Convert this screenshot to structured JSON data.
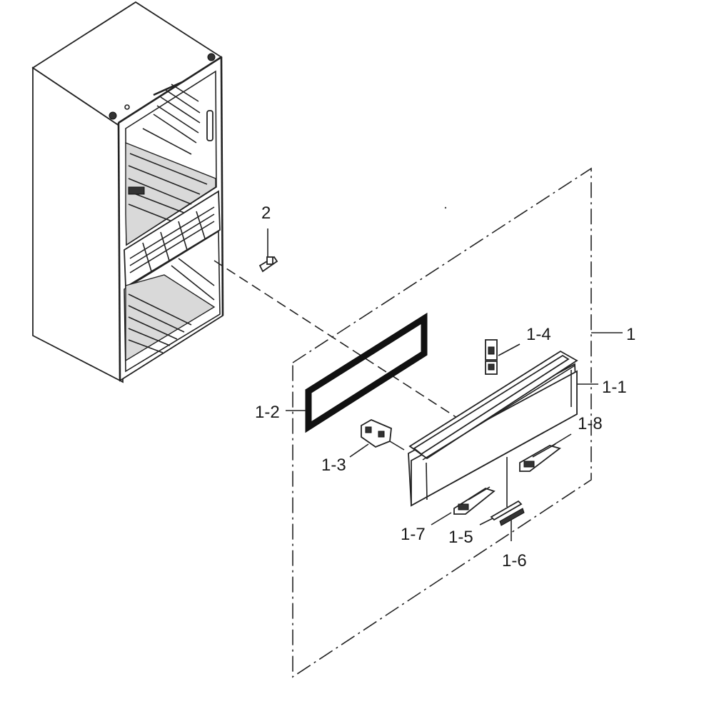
{
  "callouts": {
    "part_2": "2",
    "part_1": "1",
    "part_1_1": "1-1",
    "part_1_2": "1-2",
    "part_1_3": "1-3",
    "part_1_4": "1-4",
    "part_1_5": "1-5",
    "part_1_6": "1-6",
    "part_1_7": "1-7",
    "part_1_8": "1-8"
  }
}
